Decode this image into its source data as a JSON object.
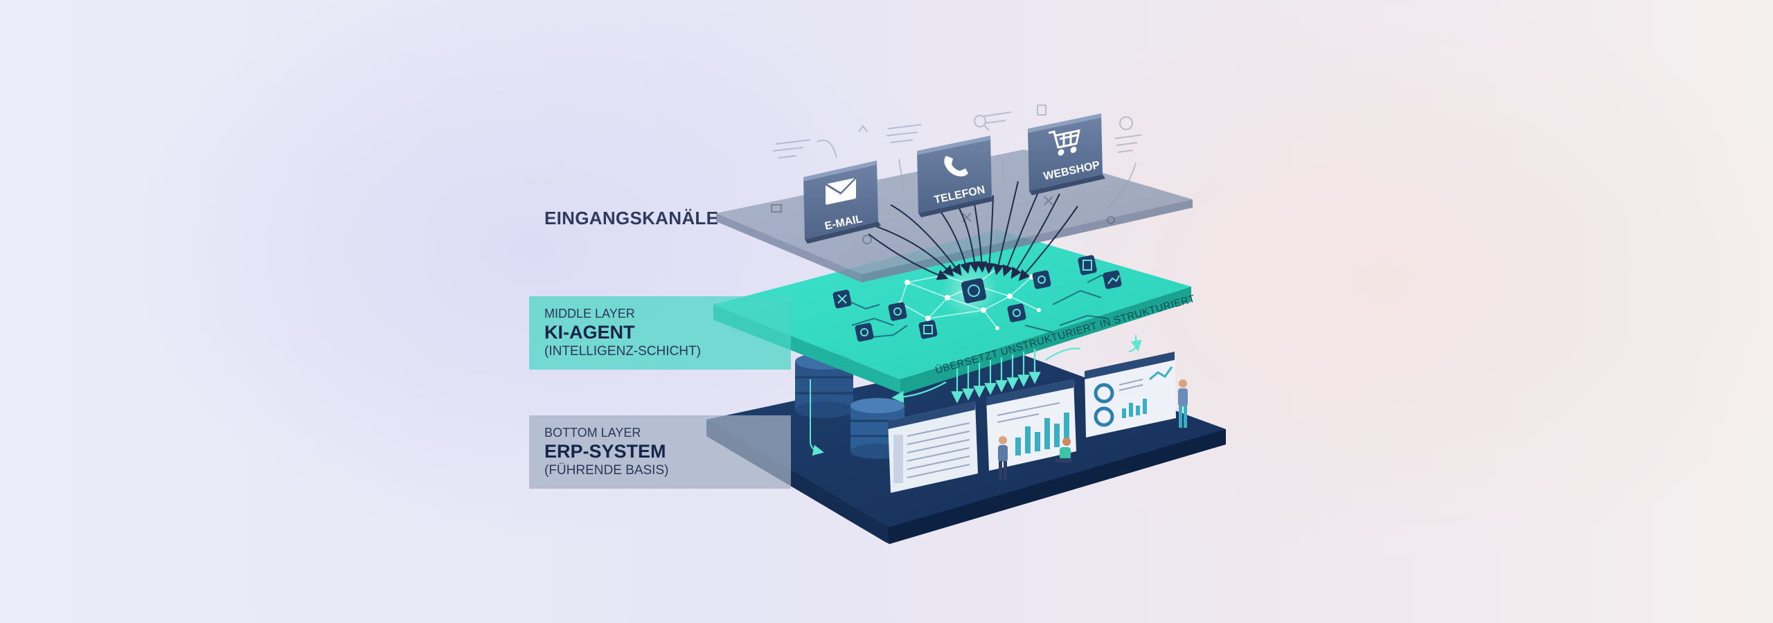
{
  "labels": {
    "inputs": "EINGANGSKANÄLE",
    "middle": {
      "kicker": "MIDDLE LAYER",
      "title": "KI-AGENT",
      "subtitle": "(INTELLIGENZ-SCHICHT)"
    },
    "bottom": {
      "kicker": "BOTTOM LAYER",
      "title": "ERP-SYSTEM",
      "subtitle": "(FÜHRENDE BASIS)"
    }
  },
  "channels": [
    {
      "label": "E-MAIL",
      "icon": "envelope-icon"
    },
    {
      "label": "TELEFON",
      "icon": "phone-icon"
    },
    {
      "label": "WEBSHOP",
      "icon": "shopping-cart-icon"
    }
  ],
  "middle_caption": "ÜBERSETZT UNSTRUKTURIERT IN STRUKTURIERT",
  "colors": {
    "top_layer": "#8e9ab2",
    "middle_layer": "#33dbc3",
    "bottom_layer": "#1a3560",
    "label_text": "#2f3b5c",
    "accent": "#4ad6c4"
  }
}
